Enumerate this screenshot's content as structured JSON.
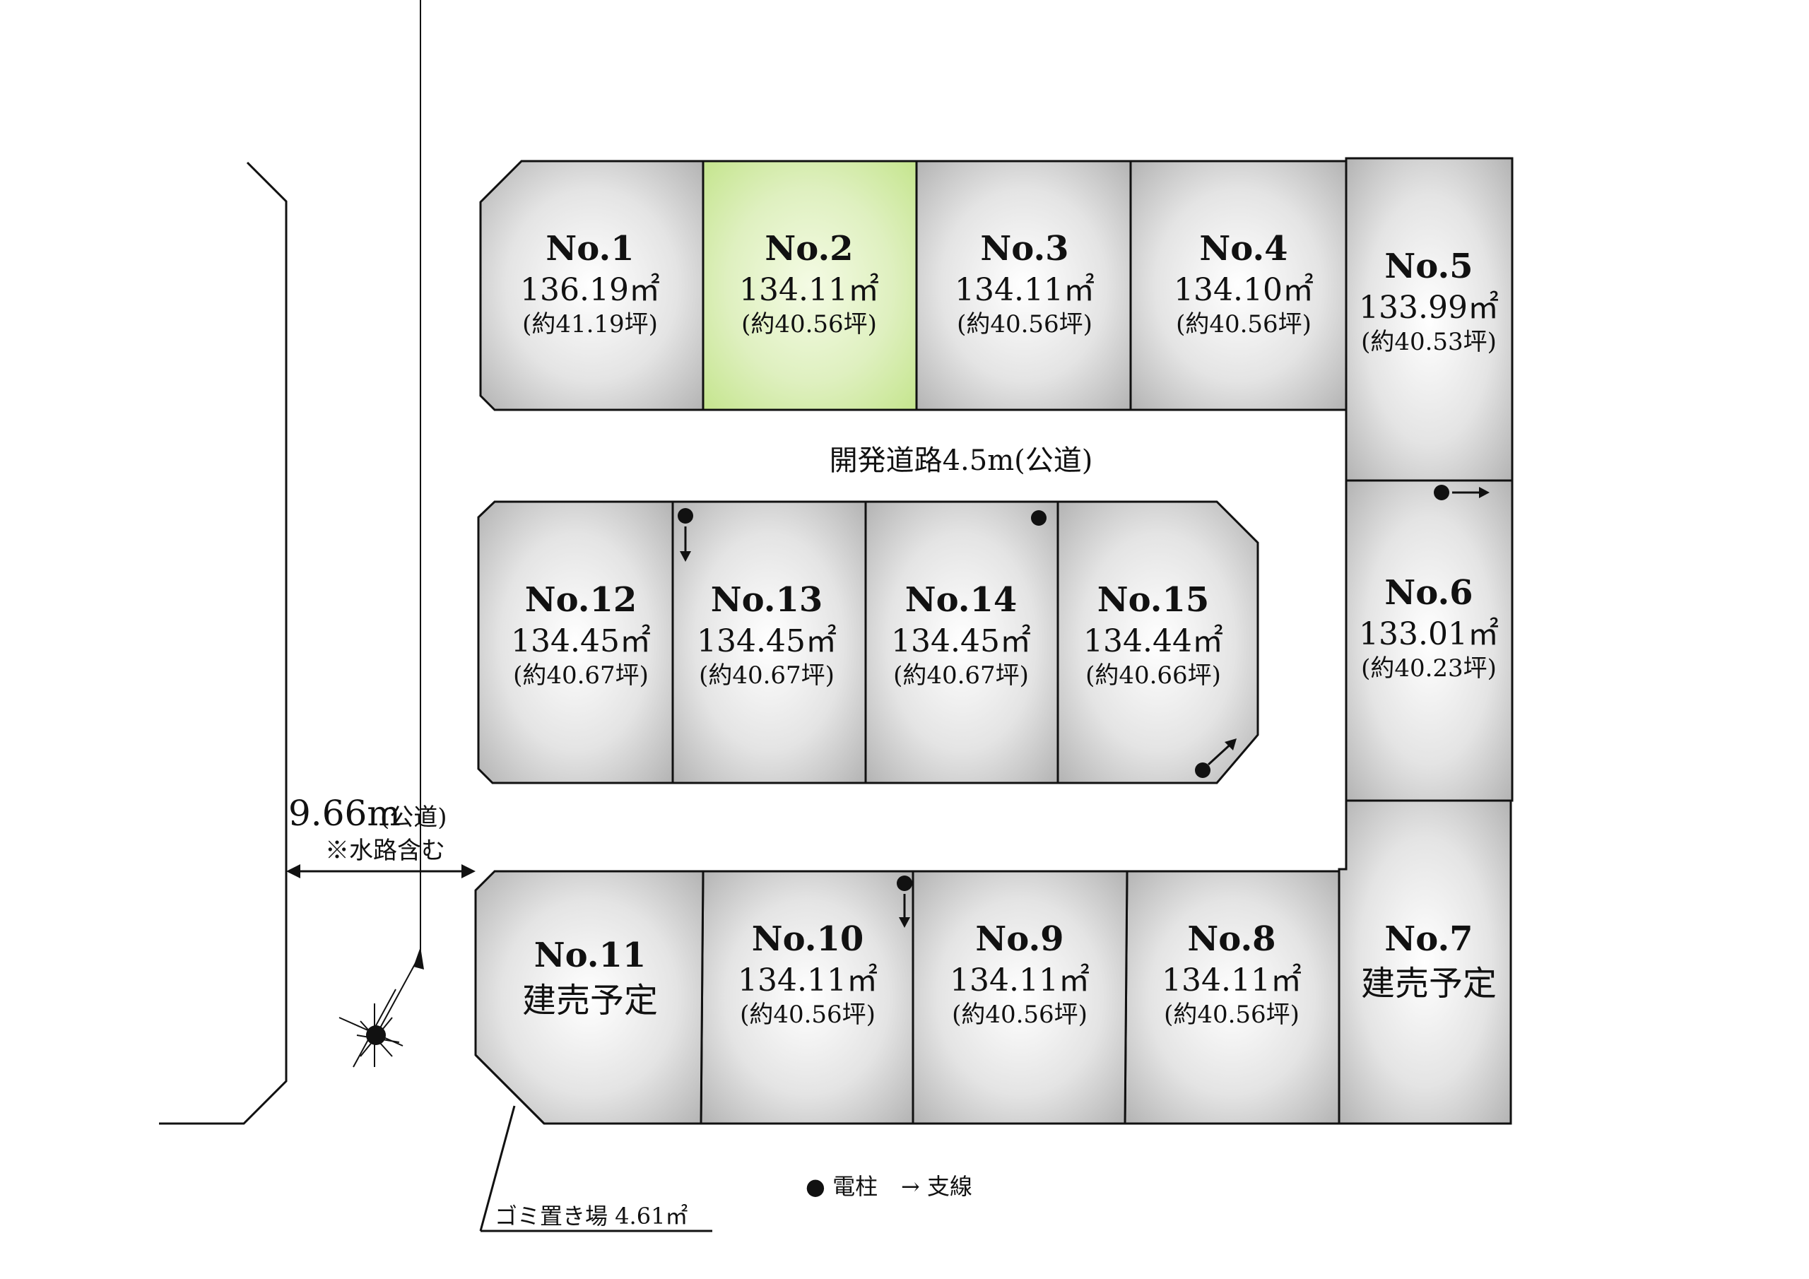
{
  "lots": [
    {
      "no": "No.1",
      "area": "136.19㎡",
      "tsubo": "(約41.19坪)",
      "note": ""
    },
    {
      "no": "No.2",
      "area": "134.11㎡",
      "tsubo": "(約40.56坪)",
      "note": "",
      "highlight": true
    },
    {
      "no": "No.3",
      "area": "134.11㎡",
      "tsubo": "(約40.56坪)",
      "note": ""
    },
    {
      "no": "No.4",
      "area": "134.10㎡",
      "tsubo": "(約40.56坪)",
      "note": ""
    },
    {
      "no": "No.5",
      "area": "133.99㎡",
      "tsubo": "(約40.53坪)",
      "note": ""
    },
    {
      "no": "No.6",
      "area": "133.01㎡",
      "tsubo": "(約40.23坪)",
      "note": ""
    },
    {
      "no": "No.7",
      "area": "",
      "tsubo": "",
      "note": "建売予定"
    },
    {
      "no": "No.8",
      "area": "134.11㎡",
      "tsubo": "(約40.56坪)",
      "note": ""
    },
    {
      "no": "No.9",
      "area": "134.11㎡",
      "tsubo": "(約40.56坪)",
      "note": ""
    },
    {
      "no": "No.10",
      "area": "134.11㎡",
      "tsubo": "(約40.56坪)",
      "note": ""
    },
    {
      "no": "No.11",
      "area": "",
      "tsubo": "",
      "note": "建売予定"
    },
    {
      "no": "No.12",
      "area": "134.45㎡",
      "tsubo": "(約40.67坪)",
      "note": ""
    },
    {
      "no": "No.13",
      "area": "134.45㎡",
      "tsubo": "(約40.67坪)",
      "note": ""
    },
    {
      "no": "No.14",
      "area": "134.45㎡",
      "tsubo": "(約40.67坪)",
      "note": ""
    },
    {
      "no": "No.15",
      "area": "134.44㎡",
      "tsubo": "(約40.66坪)",
      "note": ""
    }
  ],
  "labels": {
    "dev_road": "開発道路4.5m(公道)",
    "public_road": "9.66m",
    "public_road_suffix": "(公道)",
    "waterway": "※水路含む",
    "garbage": "ゴミ置き場 4.61㎡",
    "legend_pole": "● 電柱",
    "legend_wire": "→ 支線"
  },
  "colors": {
    "highlight_center": "#f4fbe4",
    "highlight_edge": "#c5e58e",
    "lot_center": "#ffffff",
    "lot_edge": "#b4b4b4"
  }
}
